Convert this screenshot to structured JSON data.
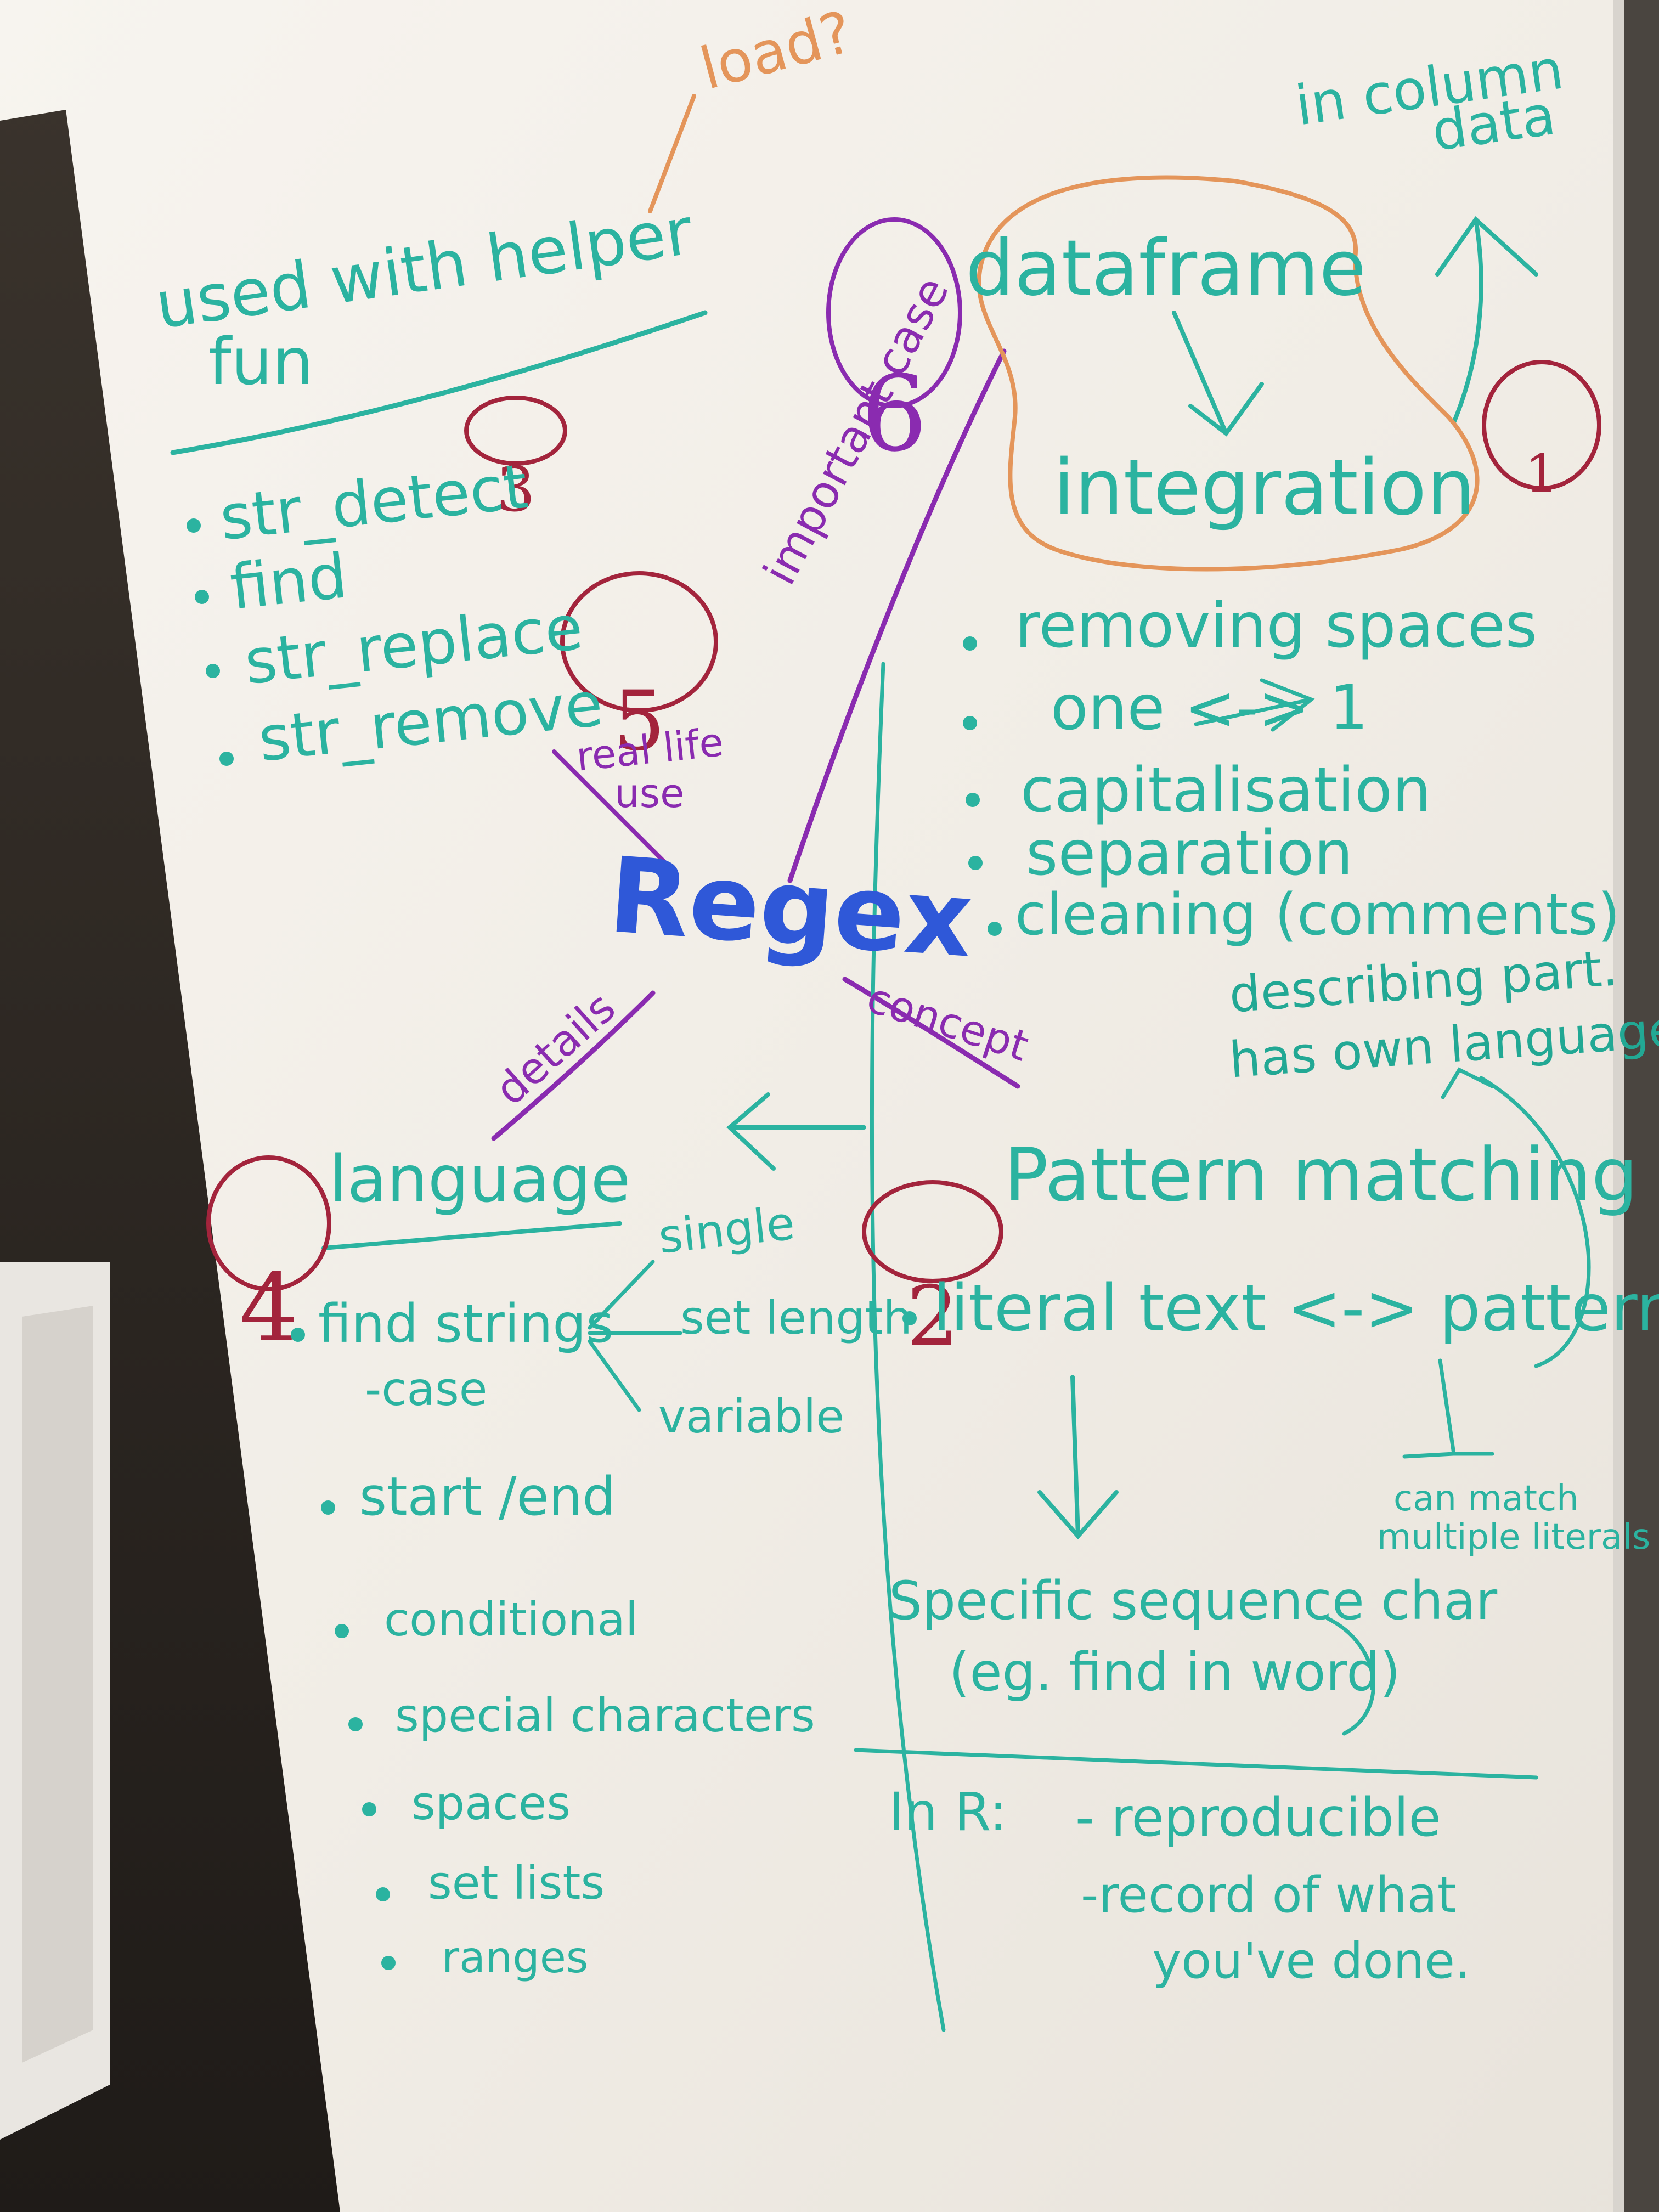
{
  "board": {
    "colors": {
      "teal": "#2bb3a0",
      "blue": "#2f58d8",
      "purple": "#8a2bb0",
      "maroon": "#a3243c",
      "orange": "#e4955a",
      "board": "#f4f1ec",
      "frame": "#2a2622"
    },
    "center": "Regex",
    "top_left": {
      "note": "load?",
      "heading_1": "used with helper",
      "heading_2": "fun",
      "number": "3",
      "items": [
        "str_detect",
        "find",
        "str_replace",
        "str_remove"
      ]
    },
    "real_life": {
      "number": "5",
      "label_1": "real life",
      "label_2": "use"
    },
    "top_right": {
      "note_1": "in column",
      "note_2": "data",
      "number": "6",
      "branch_label": "important case",
      "box_1": "dataframe",
      "box_2": "integration",
      "tag": "1",
      "items": [
        "removing spaces",
        "one <-> 1",
        "capitalisation",
        "separation",
        "cleaning (comments)"
      ],
      "aside_1": "describing part.",
      "aside_2": "has own language"
    },
    "bottom_left": {
      "branch_label": "details",
      "number": "4",
      "heading": "language",
      "first_item": "find strings",
      "first_sub": "-case",
      "branches": [
        "single",
        "set length",
        "variable"
      ],
      "items": [
        "start /end",
        "conditional",
        "special characters",
        "spaces",
        "set lists",
        "ranges"
      ]
    },
    "bottom_right": {
      "branch_label": "concept",
      "number": "2",
      "heading": "Pattern matching",
      "item": "literal text <-> pattern",
      "pattern_note_1": "can match",
      "pattern_note_2": "multiple literals",
      "result_1": "Specific sequence char",
      "result_2": "(eg. find in word)",
      "in_r": "In R:",
      "r_1": "- reproducible",
      "r_2": "-record of what",
      "r_3": "you've done."
    }
  }
}
